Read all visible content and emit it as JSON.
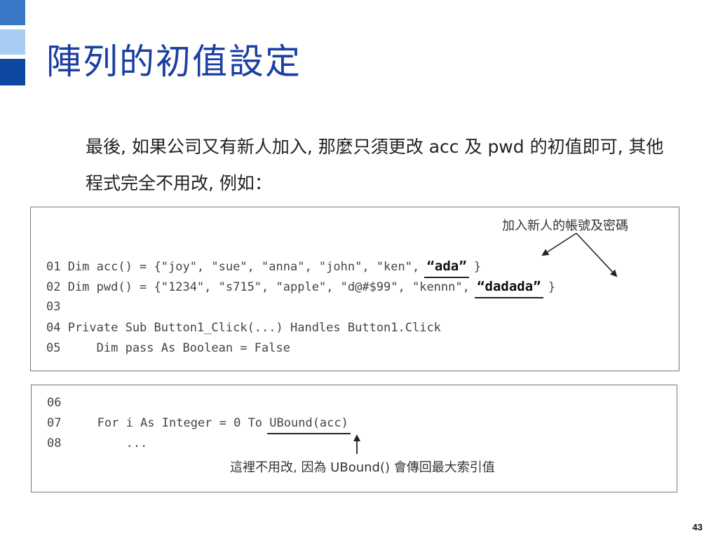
{
  "title": "陣列的初值設定",
  "paragraph": "最後, 如果公司又有新人加入, 那麼只須更改 acc 及 pwd 的初值即可, 其他程式完全不用改, 例如：",
  "code_box_1": {
    "annotation": "加入新人的帳號及密碼",
    "lines": [
      {
        "prefix": "01 Dim acc() = {\"joy\", \"sue\", \"anna\", \"john\", \"ken\", ",
        "highlight": "“ada”",
        "suffix": " }"
      },
      {
        "prefix": "02 Dim pwd() = {\"1234\", \"s715\", \"apple\", \"d@#$99\", \"kennn\", ",
        "highlight": "“dadada”",
        "suffix": " }"
      },
      {
        "text": "03"
      },
      {
        "text": "04 Private Sub Button1_Click(...) Handles Button1.Click"
      },
      {
        "text": "05     Dim pass As Boolean = False"
      }
    ]
  },
  "code_box_2": {
    "annotation": "這裡不用改, 因為 UBound() 會傳回最大索引值",
    "lines": [
      {
        "text": "06"
      },
      {
        "prefix": "07     For i As Integer = 0 To ",
        "highlight": "UBound(acc)",
        "suffix": ""
      },
      {
        "text": "08         ..."
      }
    ]
  },
  "page_number": "43",
  "colors": {
    "title": "#1b3fa2",
    "square_1": "#3a78c8",
    "square_2": "#a9cdf2",
    "square_3": "#0d47a1"
  }
}
